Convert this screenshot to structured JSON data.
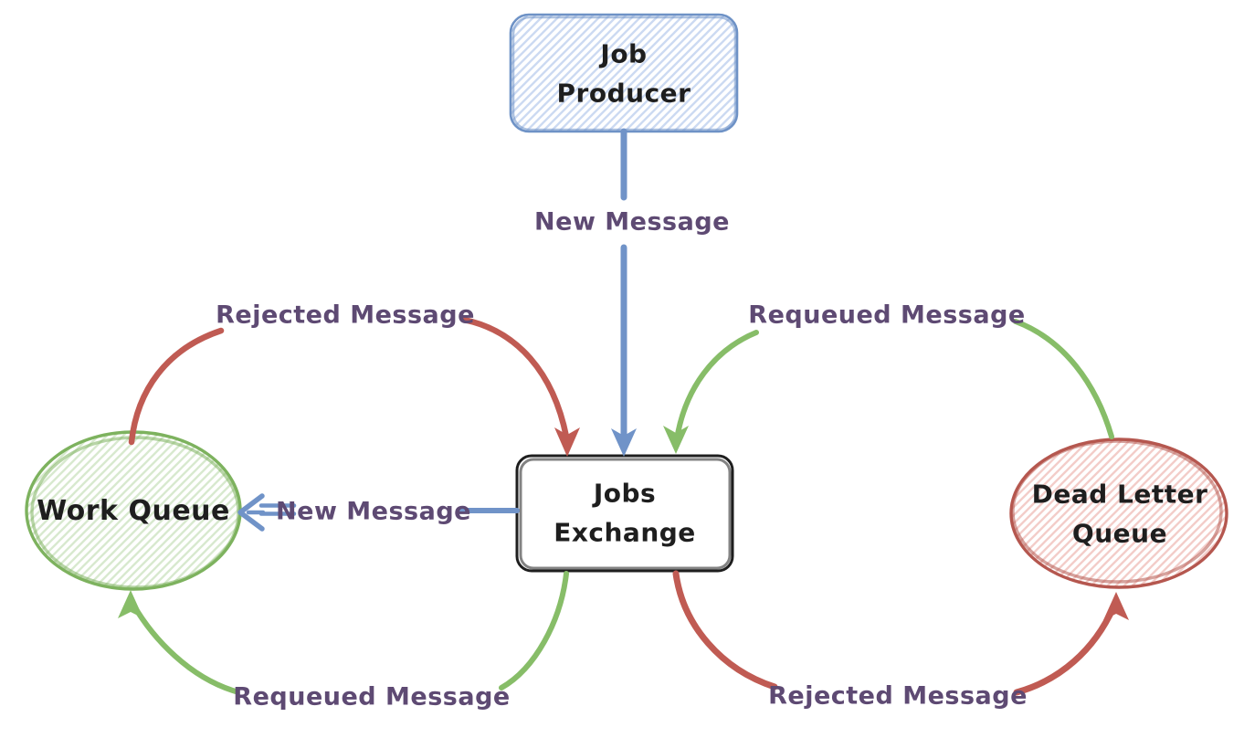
{
  "diagram": {
    "title": "Job queue message flow diagram",
    "nodes": {
      "job_producer": {
        "lines": [
          "Job",
          "Producer"
        ],
        "shape": "rounded-rectangle",
        "fill_style": "blue-hatch"
      },
      "jobs_exchange": {
        "lines": [
          "Jobs",
          "Exchange"
        ],
        "shape": "rounded-rectangle",
        "fill_style": "white"
      },
      "work_queue": {
        "label": "Work Queue",
        "shape": "ellipse",
        "fill_style": "green-hatch"
      },
      "dead_letter_queue": {
        "lines": [
          "Dead Letter",
          "Queue"
        ],
        "shape": "ellipse",
        "fill_style": "red-hatch"
      }
    },
    "edges": {
      "producer_to_exchange": {
        "label": "New Message",
        "color": "blue",
        "from": "job_producer",
        "to": "jobs_exchange"
      },
      "exchange_to_work_queue": {
        "label": "New Message",
        "color": "blue",
        "from": "jobs_exchange",
        "to": "work_queue"
      },
      "work_queue_rejected": {
        "label": "Rejected Message",
        "color": "red",
        "from": "work_queue",
        "to": "jobs_exchange"
      },
      "exchange_requeued_to_work": {
        "label": "Requeued Message",
        "color": "green",
        "from": "jobs_exchange",
        "to": "work_queue"
      },
      "dlq_requeued_to_exchange": {
        "label": "Requeued Message",
        "color": "green",
        "from": "dead_letter_queue",
        "to": "jobs_exchange"
      },
      "exchange_rejected_to_dlq": {
        "label": "Rejected Message",
        "color": "red",
        "from": "jobs_exchange",
        "to": "dead_letter_queue"
      }
    },
    "colors": {
      "blue": "#7093c8",
      "green": "#87bd68",
      "red": "#c05b53",
      "purple_label": "#5e4a73",
      "node_text": "#1e1e1e",
      "node_stroke_dark": "#1e1e1e",
      "node_border_blue": "#6e92c6",
      "node_border_green": "#7db25e",
      "node_border_red": "#b5574f",
      "hatch_blue": "#ccdaf2",
      "hatch_green": "#d8e9cf",
      "hatch_red": "#f3cdc9"
    }
  }
}
